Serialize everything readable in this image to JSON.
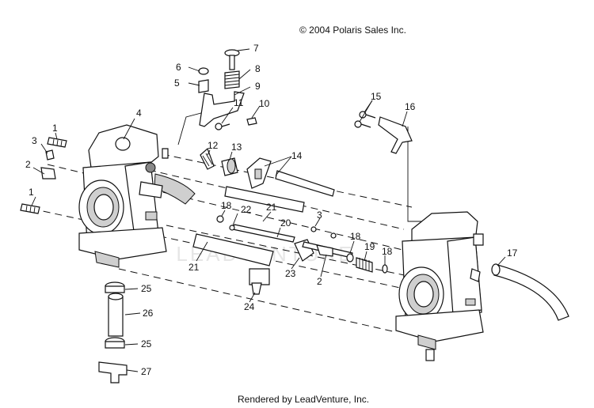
{
  "copyright": "© 2004 Polaris Sales Inc.",
  "footer": "Rendered by LeadVenture, Inc.",
  "watermark": "LEADVENTURE",
  "callouts": [
    "1",
    "1",
    "2",
    "2",
    "3",
    "3",
    "4",
    "5",
    "6",
    "7",
    "8",
    "9",
    "10",
    "11",
    "12",
    "13",
    "14",
    "15",
    "16",
    "17",
    "18",
    "18",
    "18",
    "19",
    "20",
    "21",
    "21",
    "22",
    "23",
    "24",
    "25",
    "25",
    "26",
    "27"
  ]
}
